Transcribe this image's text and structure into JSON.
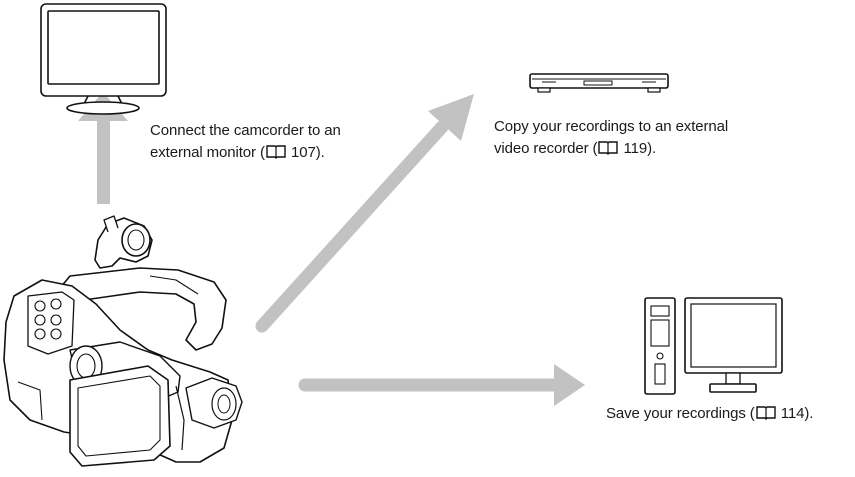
{
  "colors": {
    "arrow": "#c2c2c2",
    "outline": "#111111"
  },
  "captions": {
    "monitor": {
      "line1": "Connect the camcorder to an",
      "line2_pre": "external monitor (",
      "line2_page": " 107).",
      "icon": "book-icon"
    },
    "recorder": {
      "line1": "Copy your recordings to an external",
      "line2_pre": "video recorder (",
      "line2_page": " 119).",
      "icon": "book-icon"
    },
    "computer": {
      "line1_pre": "Save your recordings (",
      "line1_page": " 114).",
      "icon": "book-icon"
    }
  },
  "illustrations": {
    "monitor": "tv-monitor-icon",
    "recorder": "video-recorder-icon",
    "computer": "desktop-computer-icon",
    "camcorder": "camcorder-icon"
  }
}
